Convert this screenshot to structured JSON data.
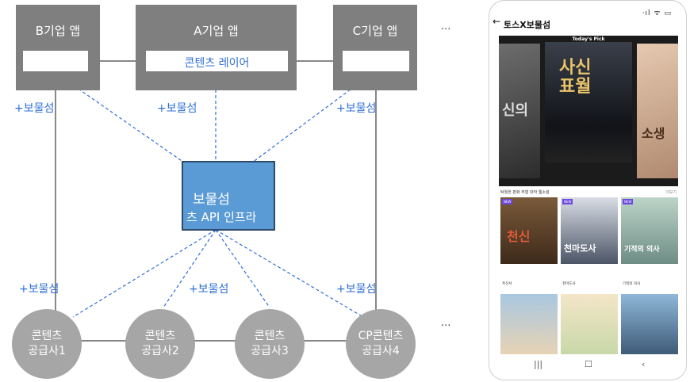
{
  "apps": {
    "b": "B기업 앱",
    "a": "A기업 앱",
    "c": "C기업 앱",
    "content_layer": "콘텐츠 레이어",
    "more": "···"
  },
  "hub": {
    "title": "보물섬",
    "subtitle": "츠 API 인프라"
  },
  "plus_label": "+보물섬",
  "providers": [
    {
      "line1": "콘텐츠",
      "line2": "공급사1"
    },
    {
      "line1": "콘텐츠",
      "line2": "공급사2"
    },
    {
      "line1": "콘텐츠",
      "line2": "공급사3"
    },
    {
      "line1": "CP콘텐츠",
      "line2": "공급사4"
    }
  ],
  "providers_more": "···",
  "phone": {
    "status": "·ıl ᯤ ▭",
    "back_icon": "arrow-left",
    "title": "토스X보물섬",
    "banner_title": "Today's Pick",
    "covers": [
      "신의",
      "사신표월",
      "소생"
    ],
    "section_title": "탁월한 판화 무협 대작 웹소설",
    "section_more": "더보기",
    "thumbs": [
      {
        "text": "천신",
        "caption": "흑신서"
      },
      {
        "text": "천마도사",
        "caption": "천마도사"
      },
      {
        "text": "기적의 의사",
        "caption": "기적의 의사"
      }
    ],
    "thumbs2": [
      "",
      "",
      ""
    ],
    "nav": [
      "|||",
      "☐",
      "‹"
    ]
  },
  "colors": {
    "app_box": "#7f7f7f",
    "hub": "#5b9bd5",
    "hub_border": "#2e4a6b",
    "dashed": "#2f6fd6",
    "circle": "#a6a6a6"
  }
}
